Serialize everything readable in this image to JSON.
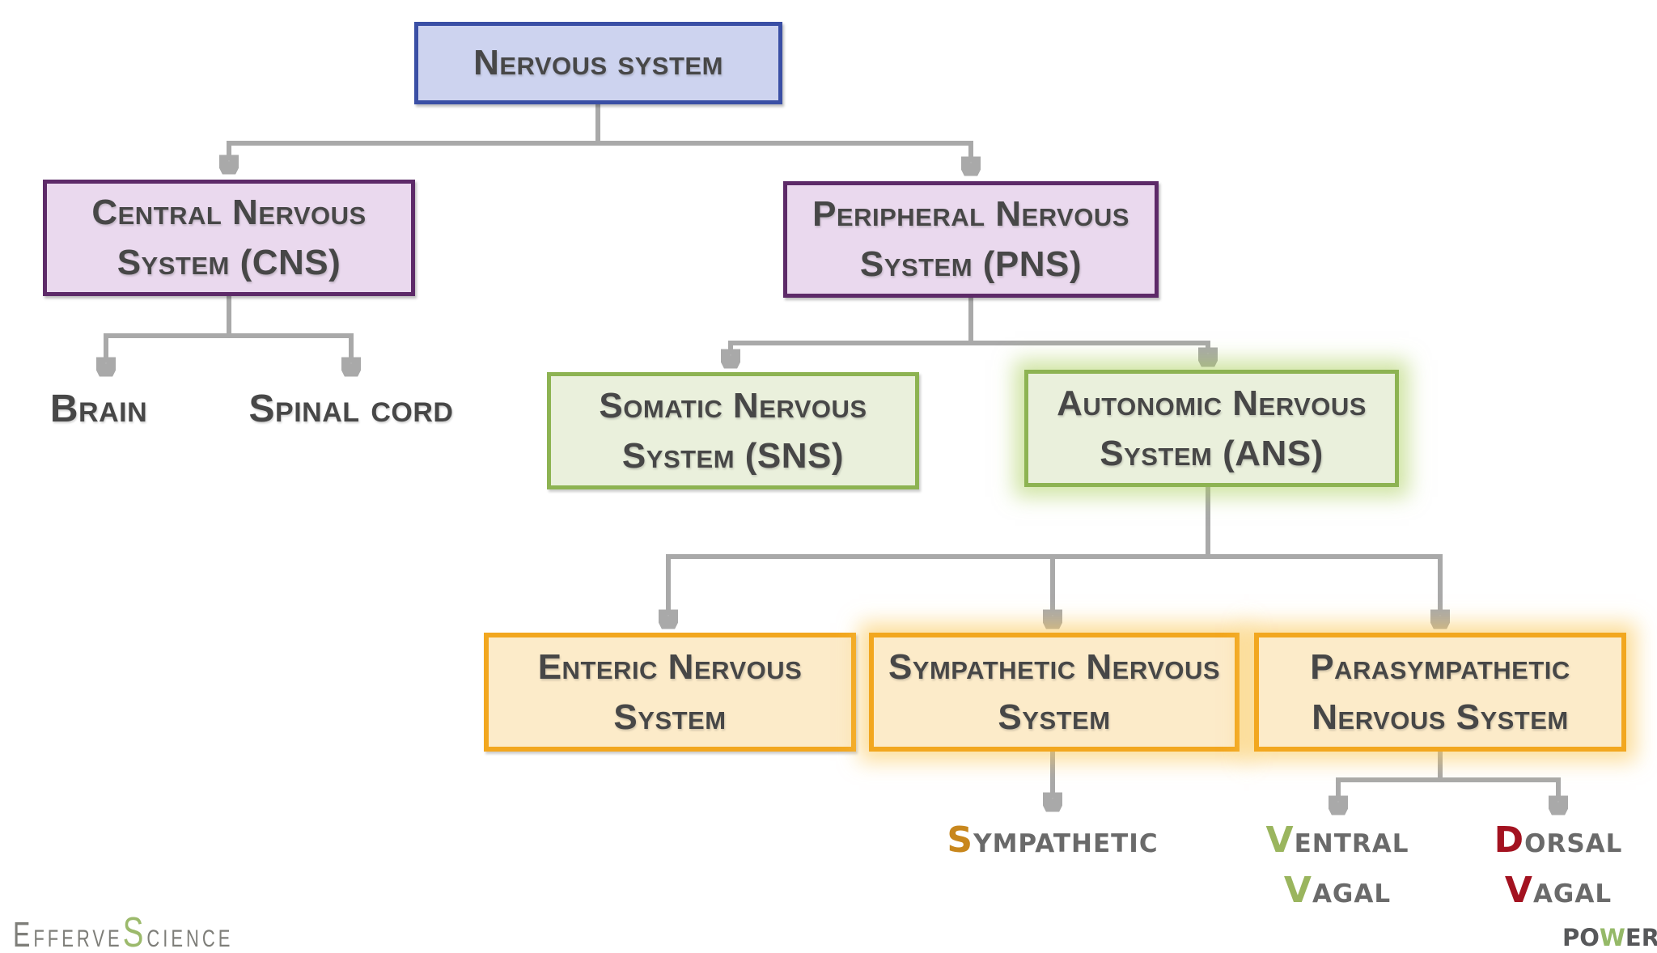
{
  "nodes": {
    "nervous_system": "Nervous system",
    "cns": "Central Nervous System (CNS)",
    "pns": "Peripheral Nervous System (PNS)",
    "brain": "Brain",
    "spinal_cord": "Spinal cord",
    "somatic": "Somatic Nervous System (SNS)",
    "autonomic": "Autonomic Nervous System (ANS)",
    "enteric": "Enteric Nervous System",
    "sympathetic": "Sympathetic Nervous System",
    "parasympathetic": "Parasympathetic Nervous System"
  },
  "leaves": {
    "sympathetic": {
      "initial": "S",
      "rest": "ympathetic"
    },
    "ventral_vagal": {
      "word1_initial": "V",
      "word1_rest": "entral",
      "word2_initial": "V",
      "word2_rest": "agal"
    },
    "dorsal_vagal": {
      "word1_initial": "D",
      "word1_rest": "orsal",
      "word2_initial": "V",
      "word2_rest": "agal"
    }
  },
  "branding": {
    "effervescience": {
      "part1": "Efferve",
      "accent": "S",
      "part2": "cience"
    },
    "power": {
      "part1": "PO",
      "accent": "W",
      "part2": "ER"
    }
  },
  "colors": {
    "connector": "#a9a9a9",
    "node_text": "#474747",
    "root_fill": "#cdd3ef",
    "root_border": "#3a4fa5",
    "purple_fill": "#ead9ee",
    "purple_border": "#5d2a68",
    "green_fill": "#eaf0dc",
    "green_border": "#8db352",
    "green_glow": "#aacd5a",
    "orange_fill": "#fcebc9",
    "orange_border": "#f2a71f",
    "orange_glow": "#fac85a",
    "leaf_text": "#6a6a6a",
    "accent_orange": "#c8871d",
    "accent_green": "#9ab55e",
    "accent_red": "#a31220",
    "logo_gray": "#7e7e79",
    "logo_green": "#9cba6c"
  }
}
